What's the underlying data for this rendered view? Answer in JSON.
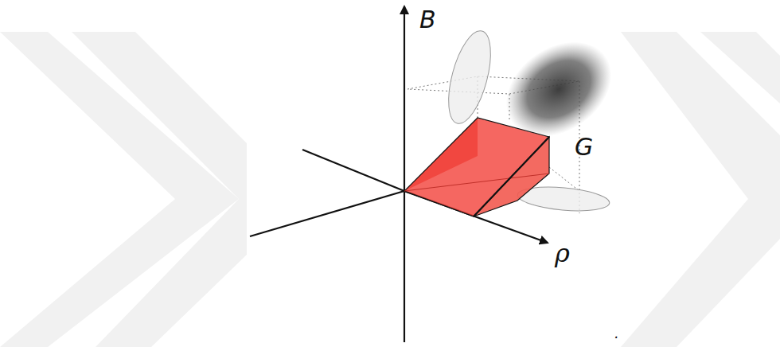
{
  "diagram": {
    "labels": [
      "B",
      "ρ",
      "G",
      "."
    ]
  }
}
